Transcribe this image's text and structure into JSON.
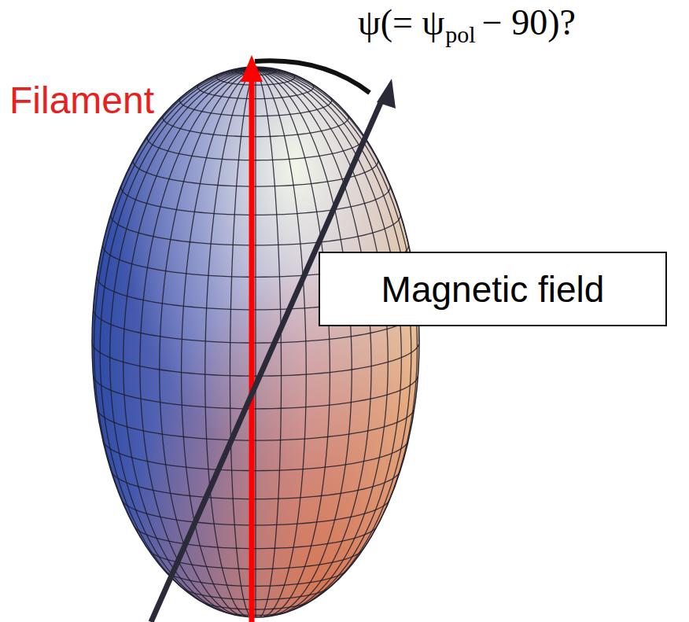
{
  "diagram": {
    "nodes": [
      {
        "text": [
          "Magnetic field"
        ]
      }
    ],
    "labels": [
      "Filament",
      "ψ(= ψ",
      "pol",
      "− 90)?"
    ]
  }
}
